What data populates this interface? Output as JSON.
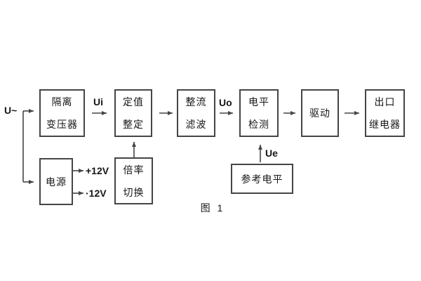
{
  "figure": {
    "caption": "图 1",
    "input_label": "U~"
  },
  "blocks": {
    "isolation_transformer": {
      "line1": "隔离",
      "line2": "变压器"
    },
    "setpoint_setting": {
      "line1": "定值",
      "line2": "整定"
    },
    "rectifier_filter": {
      "line1": "整流",
      "line2": "滤波"
    },
    "level_detection": {
      "line1": "电平",
      "line2": "检测"
    },
    "drive": {
      "line1": "驱动"
    },
    "output_relay": {
      "line1": "出口",
      "line2": "继电器"
    },
    "power_supply": {
      "line1": "电源"
    },
    "ratio_switch": {
      "line1": "倍率",
      "line2": "切换"
    },
    "reference_level": {
      "line1": "参考电平"
    }
  },
  "signals": {
    "ui": "Ui",
    "uo": "Uo",
    "ue": "Ue",
    "plus12v": "+12V",
    "minus12v": "·12V"
  },
  "colors": {
    "line": "#454545",
    "text": "#161616",
    "background": "#ffffff"
  }
}
